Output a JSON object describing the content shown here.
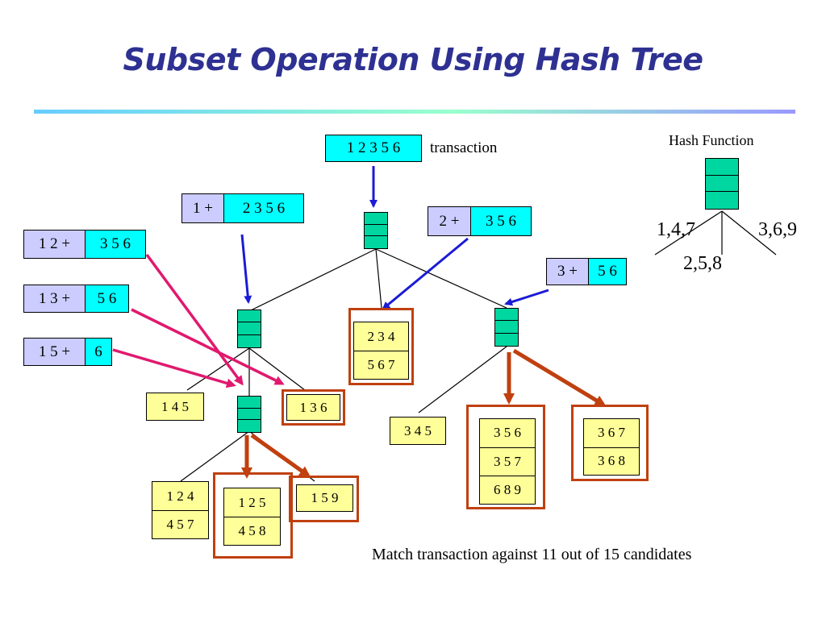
{
  "title": "Subset Operation Using Hash Tree",
  "transaction": {
    "value": "1 2 3 5 6",
    "label": "transaction"
  },
  "level1": [
    {
      "prefix": "1 +",
      "rest": "2 3 5 6"
    },
    {
      "prefix": "2 +",
      "rest": "3 5 6"
    },
    {
      "prefix": "3 +",
      "rest": "5 6"
    }
  ],
  "level2": [
    {
      "prefix": "1 2 +",
      "rest": "3 5 6"
    },
    {
      "prefix": "1 3 +",
      "rest": "5 6"
    },
    {
      "prefix": "1 5 +",
      "rest": "6"
    }
  ],
  "leaves": {
    "l145": [
      "1 4 5"
    ],
    "l136": [
      "1 3 6"
    ],
    "l234": [
      "2 3 4",
      "5 6 7"
    ],
    "l345": [
      "3 4 5"
    ],
    "l356": [
      "3 5 6",
      "3 5 7",
      "6 8 9"
    ],
    "l367": [
      "3 6 7",
      "3 6 8"
    ],
    "l124": [
      "1 2 4",
      "4 5 7"
    ],
    "l125": [
      "1 2 5",
      "4 5 8"
    ],
    "l159": [
      "1 5 9"
    ]
  },
  "hash_function": {
    "title": "Hash Function",
    "branches": [
      "1,4,7",
      "2,5,8",
      "3,6,9"
    ]
  },
  "footer": "Match transaction against 11 out of 15 candidates",
  "colors": {
    "title": "#2e3192",
    "node": "#00d6a0",
    "leaf": "#ffff99",
    "cyan": "#00ffff",
    "lavender": "#ccccff",
    "highlight": "#c0400f",
    "blue_arrow": "#1b1bd6",
    "pink_arrow": "#e0196e"
  }
}
